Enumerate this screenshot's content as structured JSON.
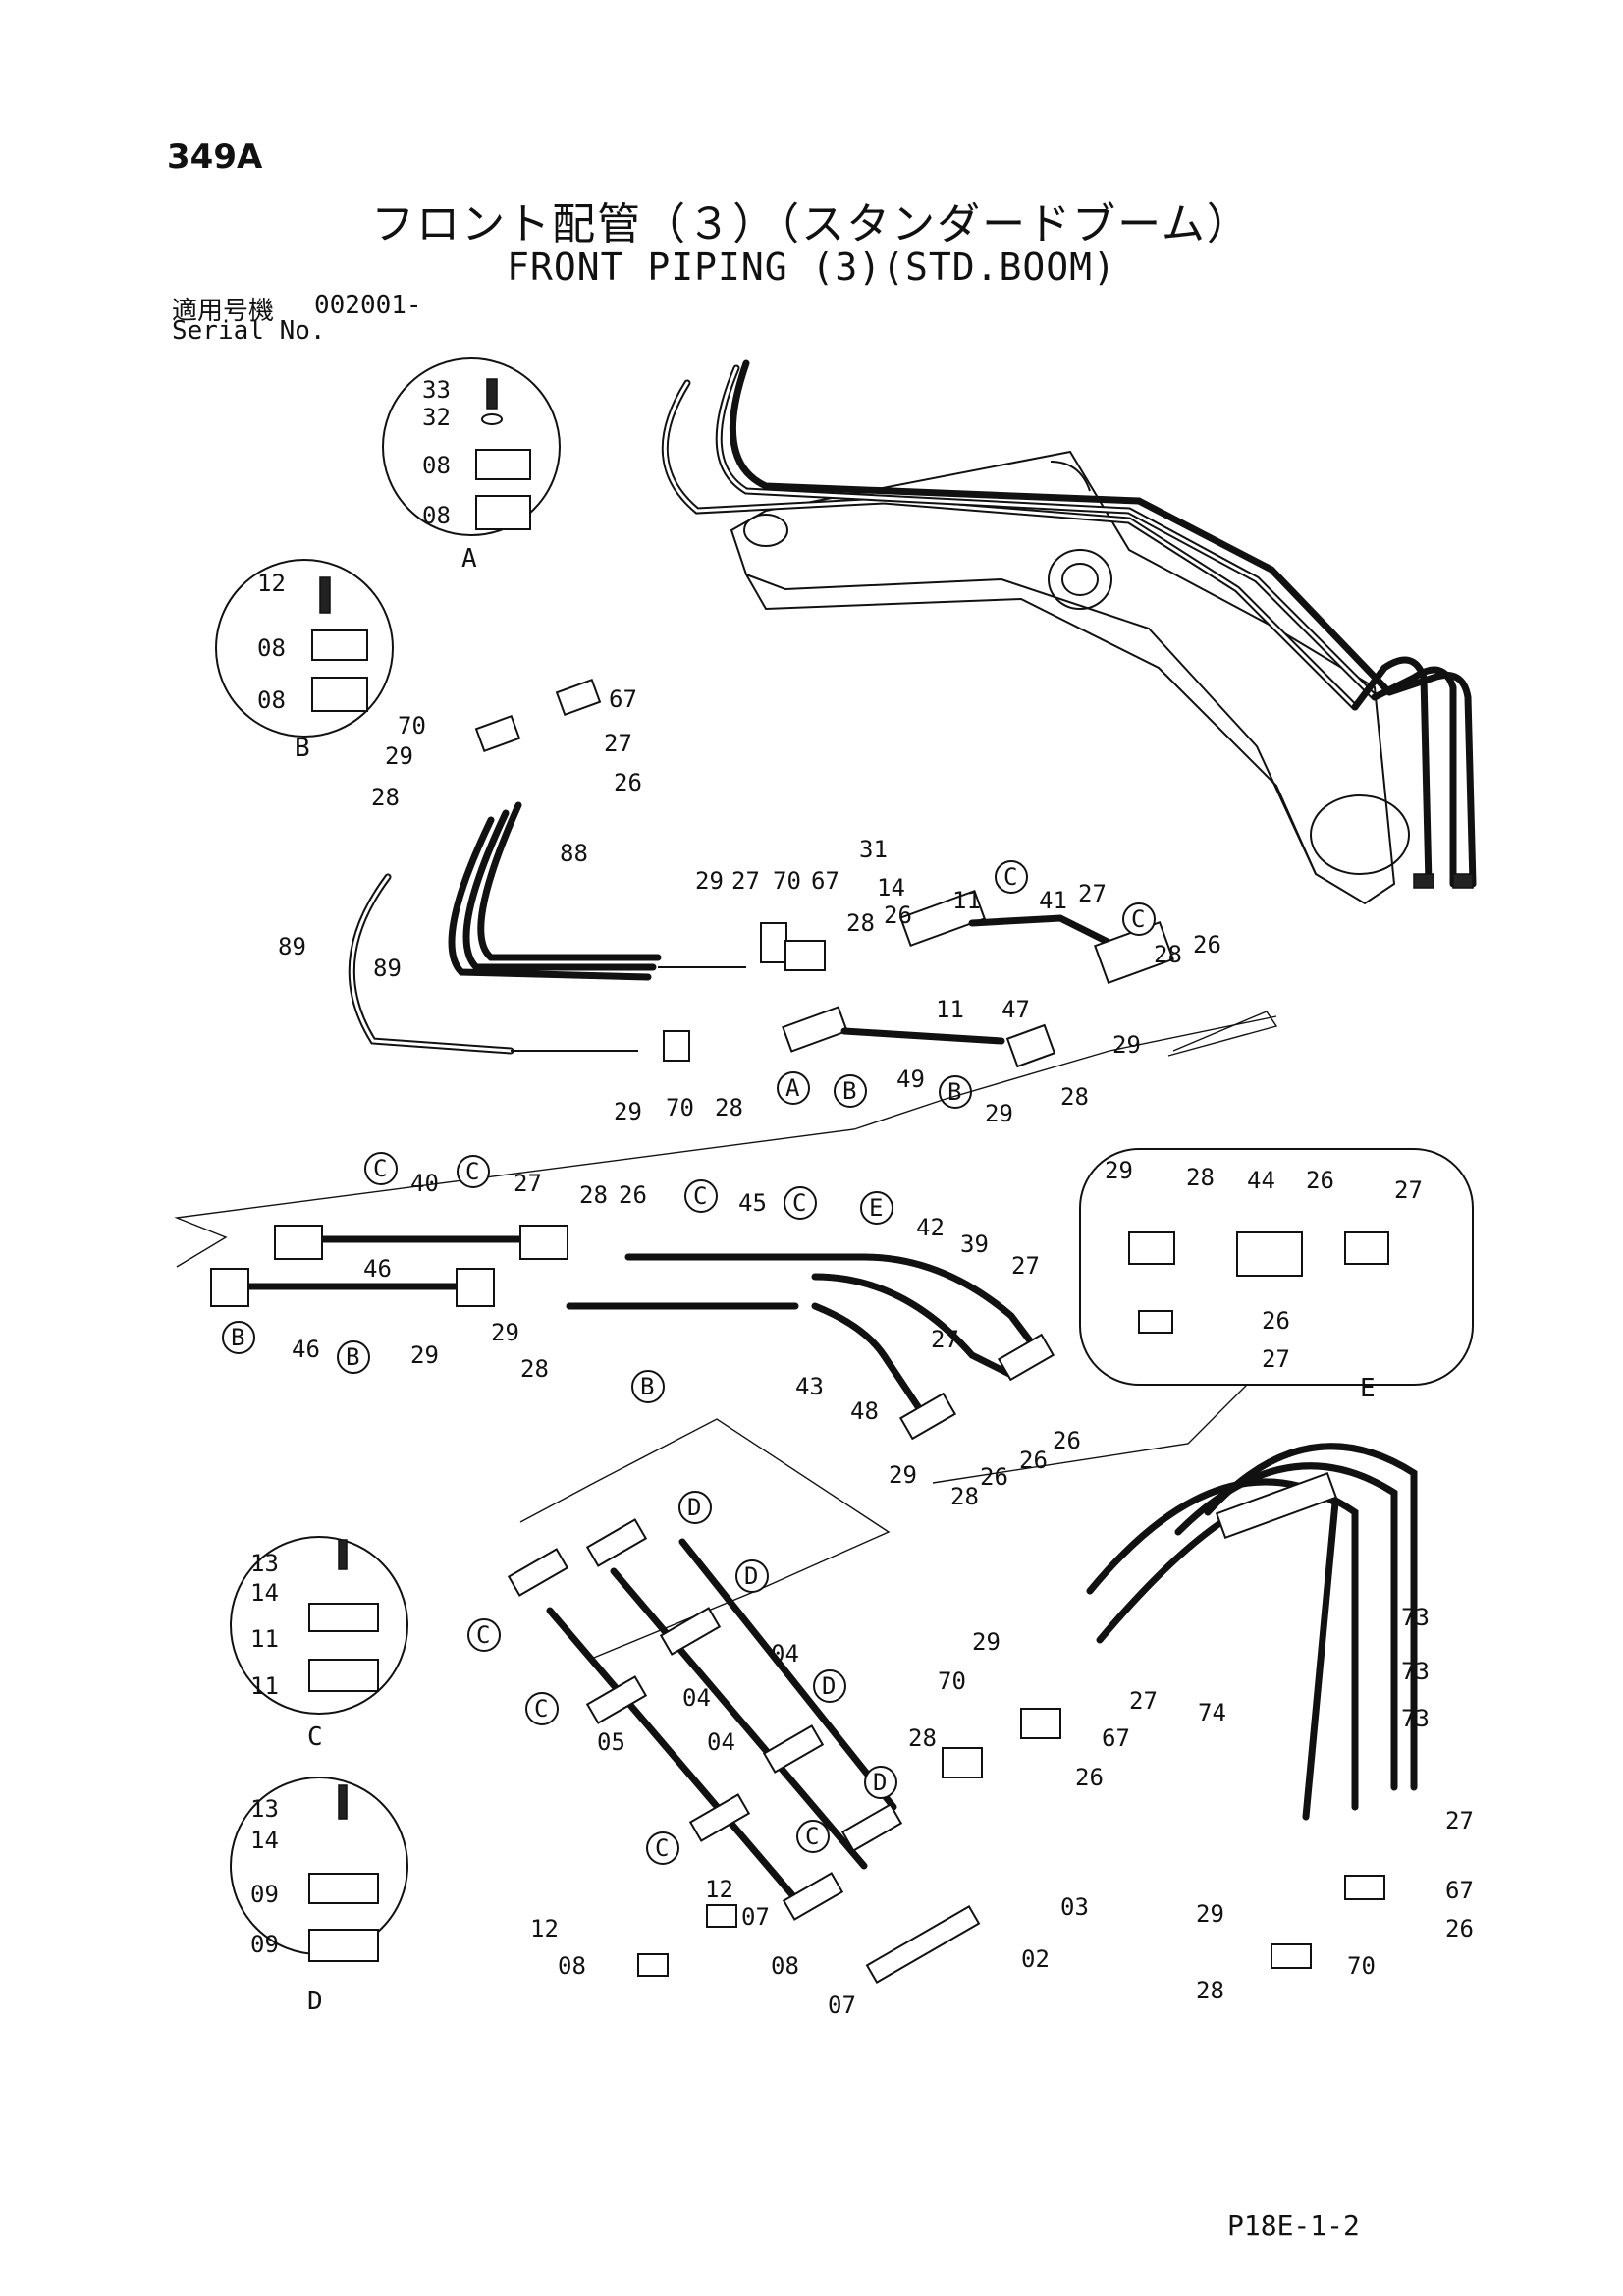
{
  "page_number": "349A",
  "title_jp": "フロント配管（３）（スタンダードブーム）",
  "title_en": "FRONT PIPING (3)(STD.BOOM)",
  "serial": {
    "label_jp": "適用号機",
    "number": "002001-",
    "label_en": "Serial No."
  },
  "footer_code": "P18E-1-2",
  "details": {
    "A": {
      "letter": "A",
      "parts": [
        "33",
        "32",
        "08",
        "08"
      ]
    },
    "B": {
      "letter": "B",
      "parts": [
        "12",
        "08",
        "08"
      ]
    },
    "C": {
      "letter": "C",
      "parts": [
        "13",
        "14",
        "11",
        "11"
      ]
    },
    "D": {
      "letter": "D",
      "parts": [
        "13",
        "14",
        "09",
        "09"
      ]
    },
    "E": {
      "letter": "E",
      "parts": [
        "29",
        "28",
        "44",
        "26",
        "27",
        "26",
        "27"
      ]
    }
  },
  "callouts": {
    "upper": [
      "70",
      "67",
      "29",
      "27",
      "28",
      "26",
      "88",
      "89",
      "89",
      "31",
      "14",
      "29",
      "27",
      "70",
      "67",
      "28",
      "26",
      "11",
      "41",
      "27",
      "28",
      "26",
      "11",
      "47",
      "29",
      "49",
      "29",
      "70",
      "28",
      "29",
      "28"
    ],
    "middle": [
      "40",
      "27",
      "28",
      "26",
      "45",
      "42",
      "39",
      "27",
      "46",
      "46",
      "29",
      "29",
      "28",
      "43",
      "48",
      "27",
      "29",
      "28",
      "26",
      "26",
      "26"
    ],
    "lower": [
      "04",
      "04",
      "04",
      "05",
      "12",
      "07",
      "12",
      "08",
      "08",
      "07",
      "03",
      "02",
      "29",
      "70",
      "27",
      "67",
      "28",
      "26",
      "73",
      "73",
      "73",
      "74",
      "27",
      "29",
      "67",
      "26",
      "70",
      "28"
    ]
  },
  "bubbles": [
    "C",
    "C",
    "A",
    "B",
    "B",
    "C",
    "C",
    "C",
    "C",
    "E",
    "B",
    "B",
    "B",
    "D",
    "D",
    "D",
    "D",
    "C",
    "C",
    "C",
    "C"
  ]
}
